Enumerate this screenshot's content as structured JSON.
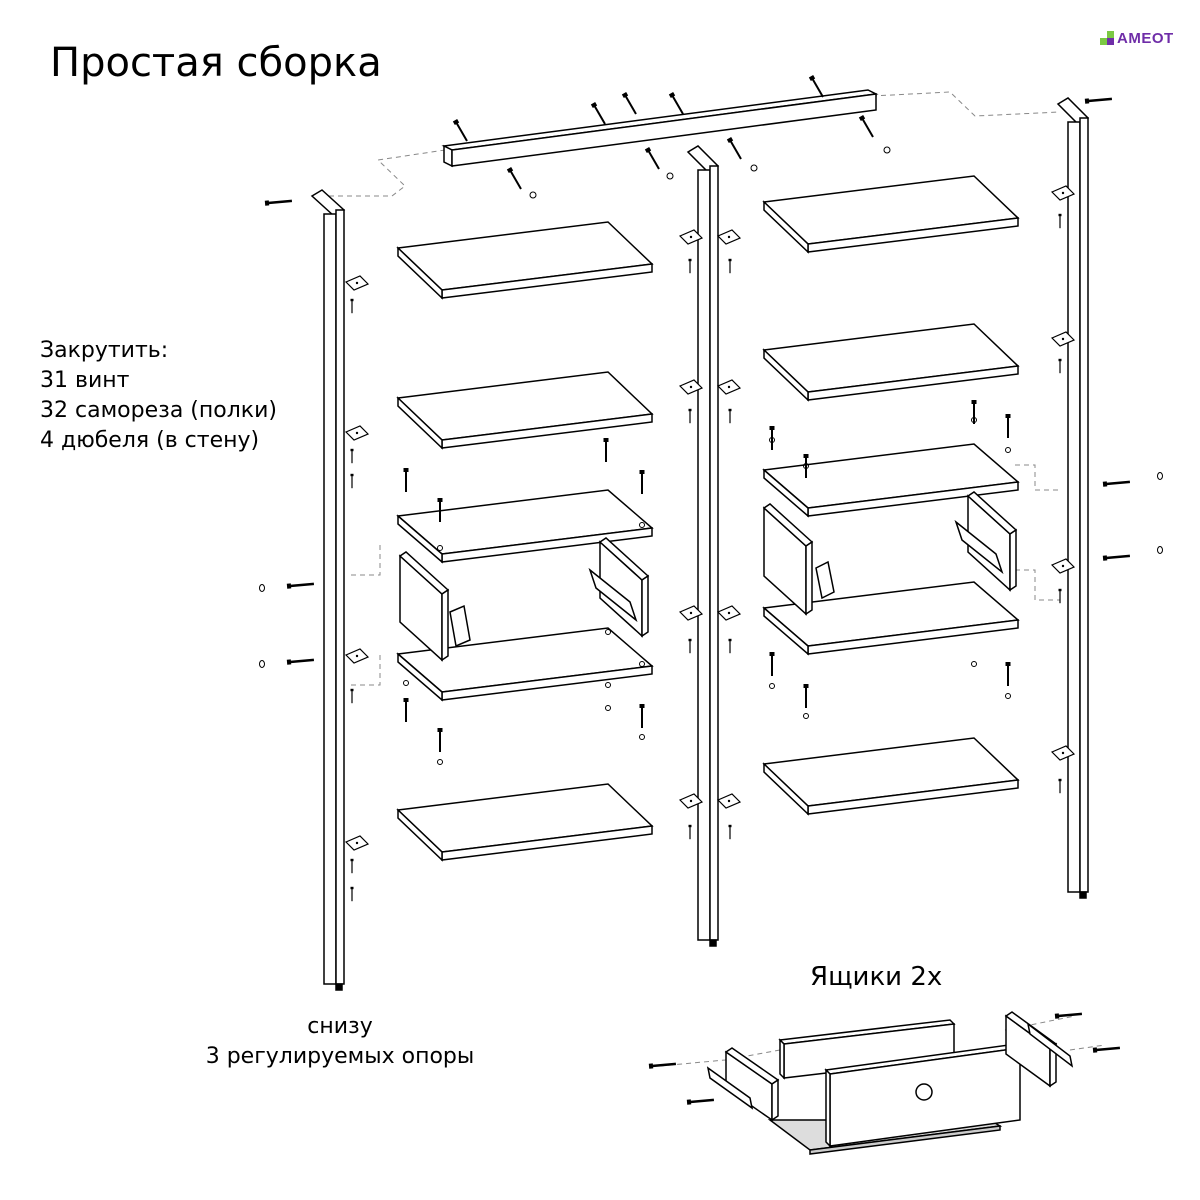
{
  "title": "Простая сборка",
  "logo": {
    "text": "АМЕОТ",
    "colors": {
      "green": "#7bc943",
      "purple": "#6f2da8"
    }
  },
  "instructions": {
    "heading": "Закрутить:",
    "lines": [
      "31 винт",
      "32 самореза (полки)",
      "4 дюбеля (в стену)"
    ]
  },
  "bottom_note": {
    "line1": "снизу",
    "line2": "3 регулируемых опоры"
  },
  "drawers_label": "Ящики 2х"
}
